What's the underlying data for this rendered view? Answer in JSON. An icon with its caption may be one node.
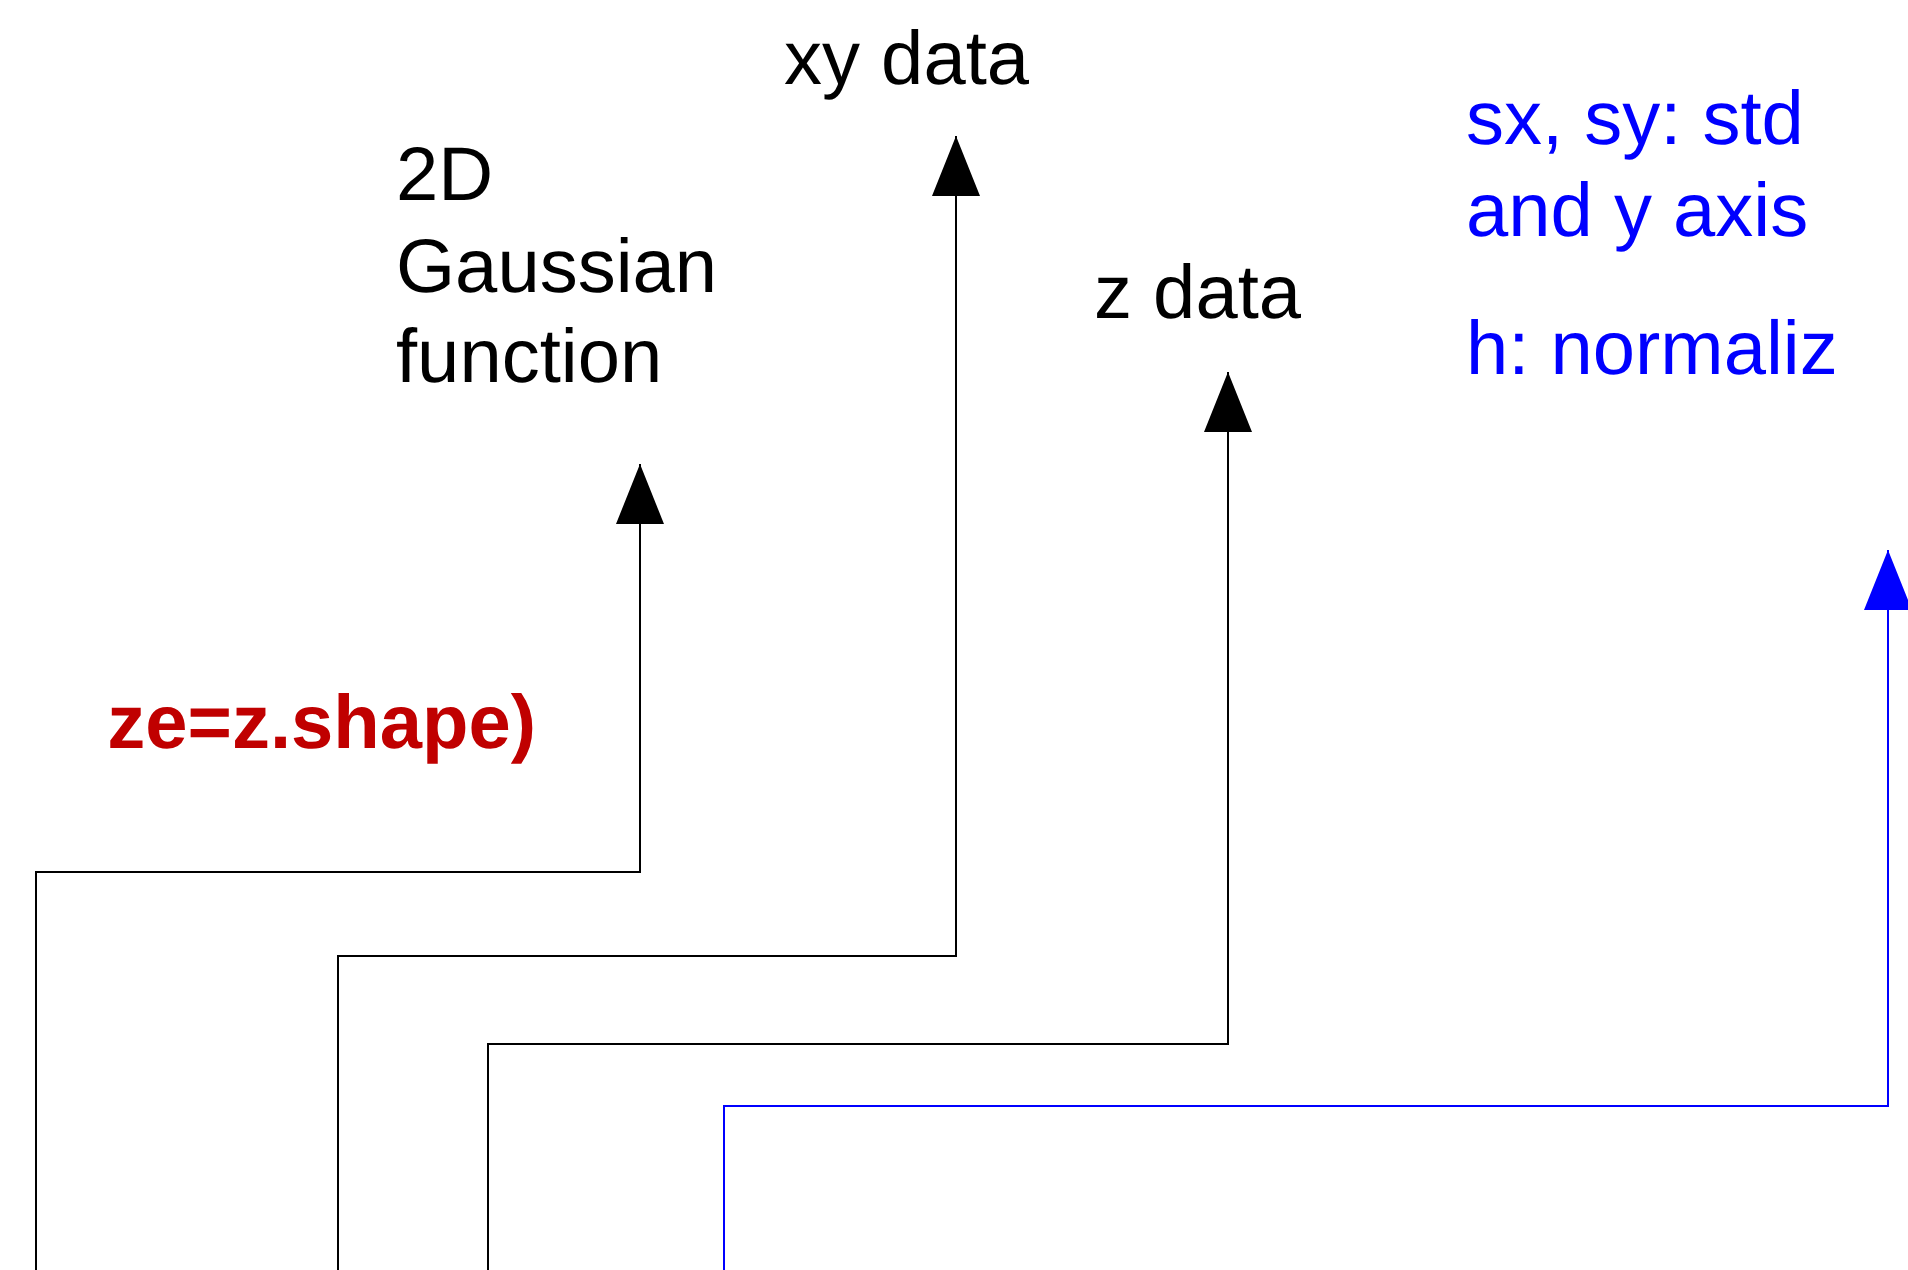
{
  "diagram": {
    "nodes": [
      {
        "text": [
          "2D Gaussian function"
        ]
      },
      {
        "text": [
          "xy data"
        ]
      },
      {
        "text": [
          "z data"
        ]
      },
      {
        "text": [
          "sx, sy: std and y axis",
          "h: normaliz"
        ]
      }
    ],
    "edges": [
      {
        "from": null,
        "to": 0,
        "arrow": "to"
      },
      {
        "from": null,
        "to": 1,
        "arrow": "to"
      },
      {
        "from": null,
        "to": 2,
        "arrow": "to"
      },
      {
        "from": null,
        "to": 3,
        "arrow": "to",
        "color": "#0000ff"
      }
    ],
    "labels": [
      "ze=z.shape)"
    ]
  }
}
